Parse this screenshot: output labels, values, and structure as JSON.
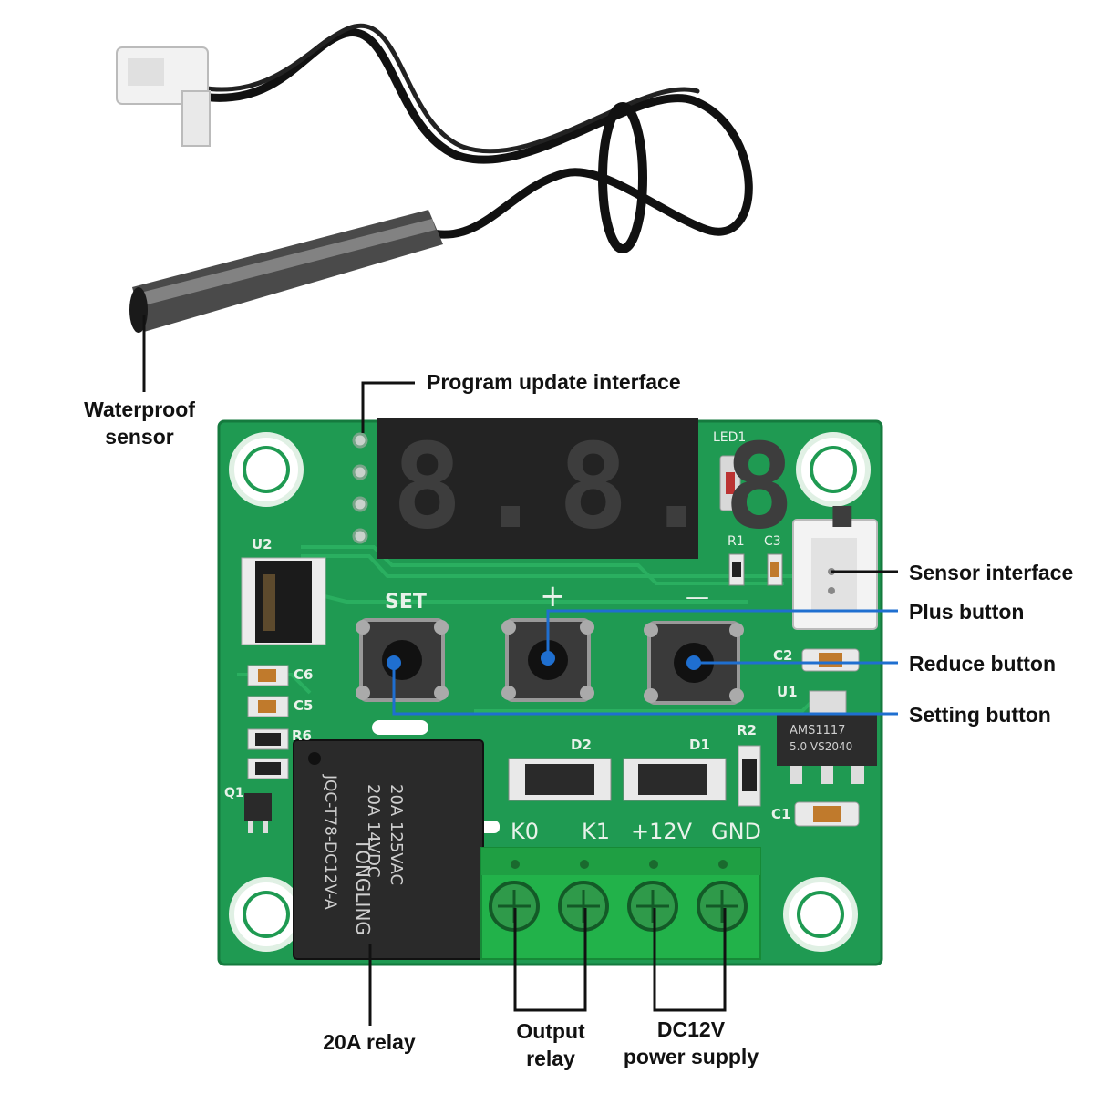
{
  "callouts": {
    "waterproof_sensor_line1": "Waterproof",
    "waterproof_sensor_line2": "sensor",
    "program_update_interface": "Program update interface",
    "sensor_interface": "Sensor interface",
    "plus_button": "Plus button",
    "reduce_button": "Reduce button",
    "setting_button": "Setting button",
    "relay_20a": "20A relay",
    "output_relay_line1": "Output",
    "output_relay_line2": "relay",
    "dc12v_line1": "DC12V",
    "dc12v_line2": "power supply"
  },
  "board": {
    "led1": "LED1",
    "u2": "U2",
    "r1": "R1",
    "c3": "C3",
    "set": "SET",
    "plus": "+",
    "minus": "—",
    "c2": "C2",
    "u1": "U1",
    "c6": "C6",
    "c5": "C5",
    "r6": "R6",
    "d2": "D2",
    "d1": "D1",
    "r2": "R2",
    "q1": "Q1",
    "c1": "C1",
    "k0": "K0",
    "k1": "K1",
    "v12": "+12V",
    "gnd": "GND",
    "display": "8.8.8.",
    "regulator_line1": "AMS1117",
    "regulator_line2": "5.0 VS2040",
    "relay_brand": "TONGLING",
    "relay_rating1": "20A 125VAC",
    "relay_rating2": "20A 14VDC",
    "relay_model": "JQC-T78-DC12V-A"
  },
  "colors": {
    "pcb": "#1f9a52",
    "terminal": "#22b24a",
    "relay": "#2a2a2a",
    "display": "#232323"
  }
}
